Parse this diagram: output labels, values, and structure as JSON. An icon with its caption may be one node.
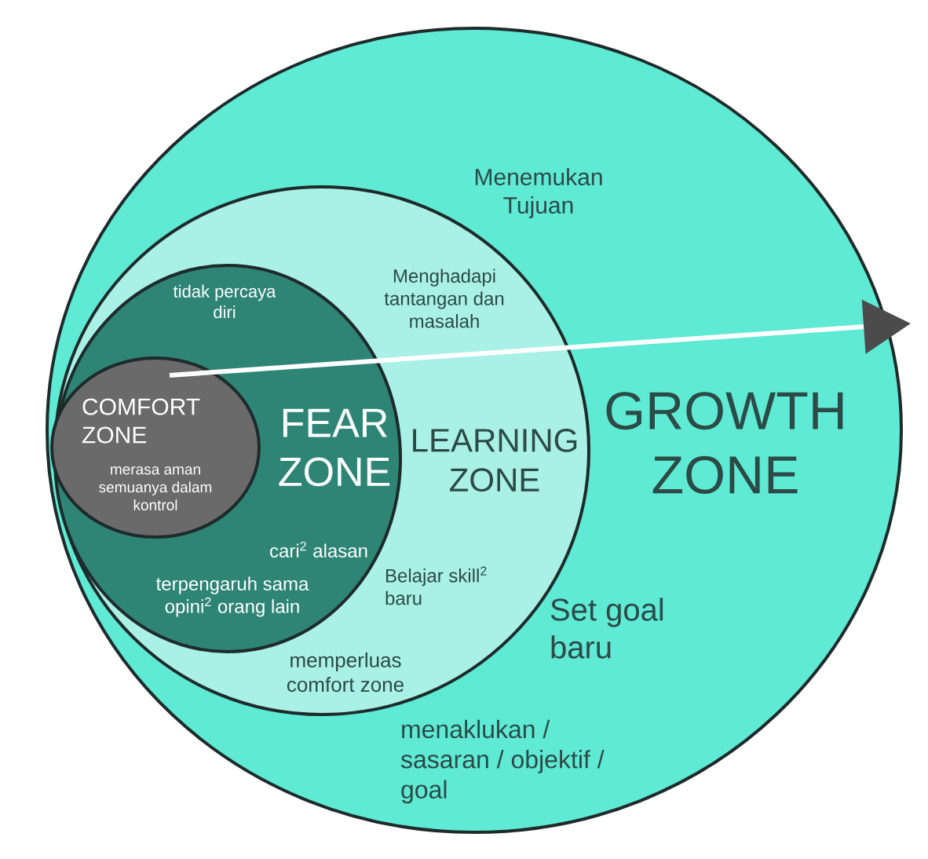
{
  "diagram": {
    "nodes": [
      {
        "text": [
          "Menemukan Tujuan",
          "GROWTH ZONE",
          "Set goal baru",
          "menaklukan / sasaran / objektif / goal"
        ]
      },
      {
        "text": [
          "Menghadapi tantangan dan masalah",
          "LEARNING ZONE",
          "Belajar skill$^{2}$ baru",
          "memperluas comfort zone"
        ],
        "in": 0
      },
      {
        "text": [
          "tidak percaya diri",
          "FEAR ZONE",
          "cari$^{2}$ alasan",
          "terpengaruh sama opini$^{2}$ orang lain"
        ],
        "in": 1
      },
      {
        "text": [
          "COMFORT ZONE",
          "merasa aman semuanya dalam kontrol"
        ],
        "in": 2
      }
    ]
  }
}
